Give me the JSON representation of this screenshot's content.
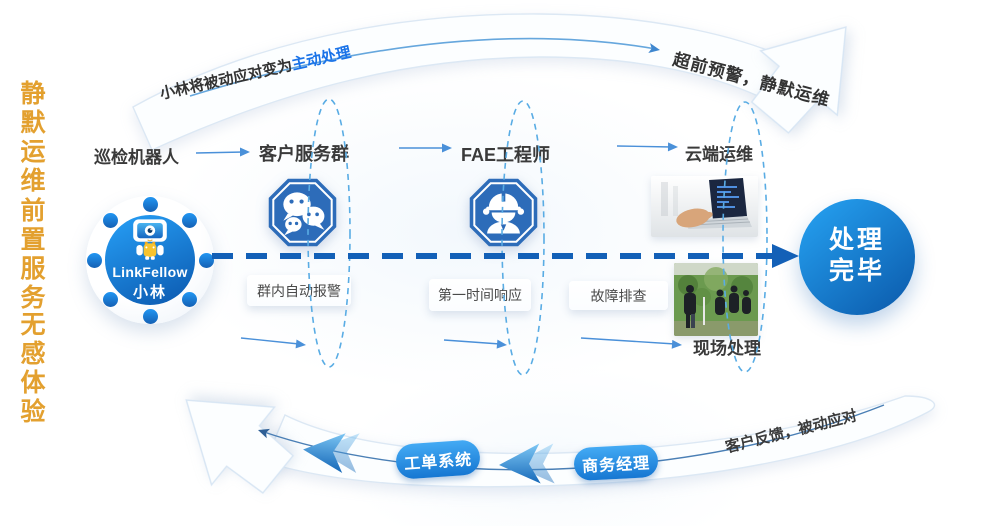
{
  "slogan": {
    "groups": [
      "静默运维",
      "前置服务",
      "无感体验"
    ],
    "color": "#E3A02F"
  },
  "hero_badge": {
    "brand": "LinkFellow",
    "name": "小林"
  },
  "top_arc": {
    "prefix": "小林将被动应对变为",
    "highlight": "主动处理",
    "outcome": "超前预警，静默运维"
  },
  "flow": {
    "robot": "巡检机器人",
    "wechat_group": "客户服务群",
    "fae": "FAE工程师",
    "cloud": "云端运维",
    "site": "现场处理",
    "steps": [
      {
        "label": "群内自动报警"
      },
      {
        "label": "第一时间响应"
      },
      {
        "label": "故障排查"
      }
    ],
    "done": {
      "line1": "处理",
      "line2": "完毕"
    }
  },
  "bottom_arc": {
    "feedback": "客户反馈，被动应对",
    "manager": "商务经理",
    "ticket": "工单系统"
  },
  "colors": {
    "primary_blue": "#1565C0",
    "highlight_blue": "#1A73E8",
    "octagon_blue": "#2D6CB9",
    "gold": "#E3A02F",
    "pill_blue_top": "#43AAF4",
    "pill_blue_bottom": "#1677D2",
    "done_circle_top": "#25A0F0",
    "done_circle_bottom": "#0C5CAD"
  }
}
